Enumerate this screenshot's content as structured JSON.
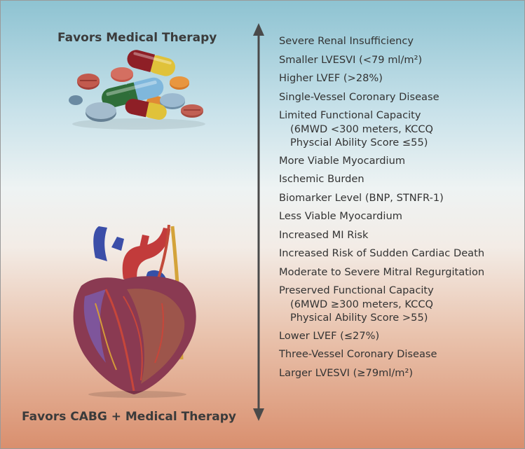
{
  "top_label": "Favors Medical Therapy",
  "bottom_label": "Favors CABG + Medical Therapy",
  "factors": [
    {
      "lines": [
        "Severe Renal Insufficiency"
      ]
    },
    {
      "lines": [
        "Smaller LVESVI (<79 ml/m²)"
      ]
    },
    {
      "lines": [
        "Higher LVEF (>28%)"
      ]
    },
    {
      "lines": [
        "Single-Vessel Coronary Disease"
      ]
    },
    {
      "lines": [
        "Limited Functional Capacity",
        "(6MWD <300 meters, KCCQ",
        "Physcial Ability Score ≤55)"
      ]
    },
    {
      "lines": [
        "More Viable Myocardium"
      ]
    },
    {
      "lines": [
        "Ischemic Burden"
      ]
    },
    {
      "lines": [
        "Biomarker Level (BNP, STNFR-1)"
      ]
    },
    {
      "lines": [
        "Less Viable Myocardium"
      ]
    },
    {
      "lines": [
        "Increased MI Risk"
      ]
    },
    {
      "lines": [
        "Increased Risk of Sudden Cardiac Death"
      ]
    },
    {
      "lines": [
        "Moderate to Severe Mitral Regurgitation"
      ]
    },
    {
      "lines": [
        "Preserved Functional Capacity",
        "(6MWD ≥300 meters, KCCQ",
        "Physical Ability Score >55)"
      ]
    },
    {
      "lines": [
        "Lower LVEF (≤27%)"
      ]
    },
    {
      "lines": [
        "Three-Vessel Coronary Disease"
      ]
    },
    {
      "lines": [
        "Larger LVESVI (≥79ml/m²)"
      ]
    }
  ],
  "icons": [
    "pills-illustration",
    "heart-illustration",
    "double-arrow-icon"
  ],
  "colors": {
    "arrow": "#4a4a4a",
    "text": "#333333",
    "heading": "#3b3b3b"
  }
}
